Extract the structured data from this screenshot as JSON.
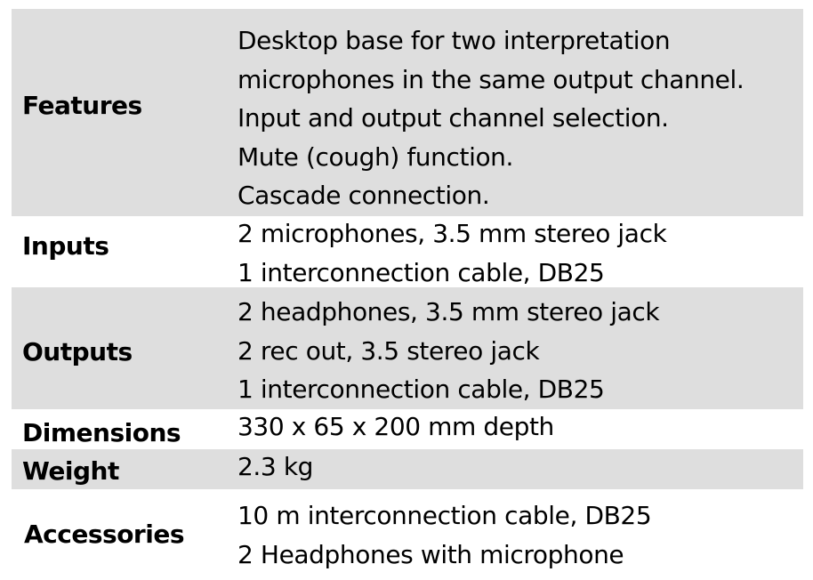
{
  "rows": [
    {
      "label": "Features",
      "values": [
        "Desktop base for two interpretation",
        "microphones in the same output channel.",
        "Input and output channel selection.",
        "Mute (cough) function.",
        "Cascade connection."
      ]
    },
    {
      "label": "Inputs",
      "values": [
        "2 microphones, 3.5 mm stereo jack",
        "1 interconnection cable, DB25"
      ]
    },
    {
      "label": "Outputs",
      "values": [
        "2 headphones, 3.5 mm stereo jack",
        "2 rec out, 3.5 stereo jack",
        "1 interconnection cable, DB25"
      ]
    },
    {
      "label": "Dimensions",
      "values": [
        "330 x 65 x 200 mm depth"
      ]
    },
    {
      "label": "Weight",
      "values": [
        "2.3 kg"
      ]
    },
    {
      "label": "Accessories",
      "values": [
        "10 m interconnection cable, DB25",
        "2 Headphones with microphone"
      ]
    }
  ]
}
